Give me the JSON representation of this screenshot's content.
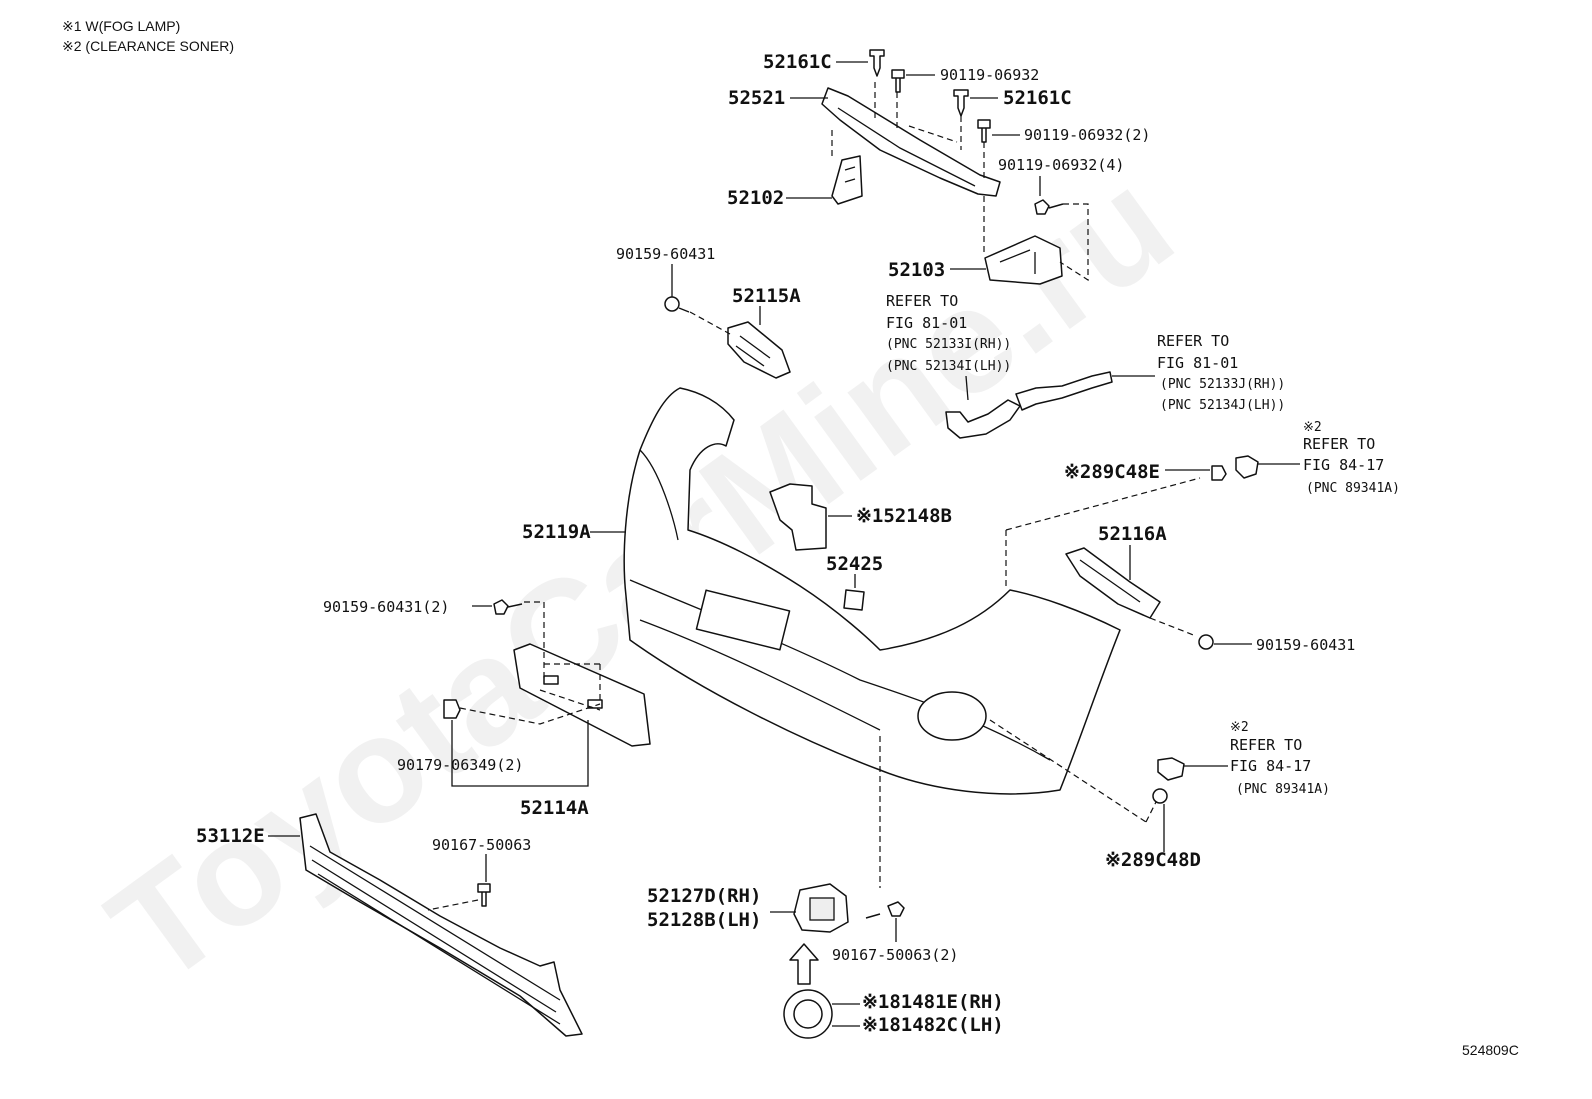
{
  "notes": [
    "※1 W(FOG LAMP)",
    "※2 (CLEARANCE SONER)"
  ],
  "watermark": "ToyotaCarMine.ru",
  "diagram_id": "524809C",
  "labels": {
    "l52161c_a": "52161C",
    "l90119_a": "90119-06932",
    "l52521": "52521",
    "l52161c_b": "52161C",
    "l90119_b": "90119-06932(2)",
    "l90119_c": "90119-06932(4)",
    "l52102": "52102",
    "l52103": "52103",
    "l90159_a": "90159-60431",
    "l52115a": "52115A",
    "ref1_a": "REFER TO",
    "ref1_b": "FIG 81-01",
    "ref1_c": "(PNC 52133I(RH))",
    "ref1_d": "(PNC 52134I(LH))",
    "ref2_a": "REFER TO",
    "ref2_b": "FIG 81-01",
    "ref2_c": "(PNC 52133J(RH))",
    "ref2_d": "(PNC 52134J(LH))",
    "ref3_mark": "※2",
    "ref3_a": "REFER TO",
    "ref3_b": "FIG 84-17",
    "ref3_c": "(PNC 89341A)",
    "l89c48e": "※289C48E",
    "l52148b": "※152148B",
    "l52119a": "52119A",
    "l52116a": "52116A",
    "l52425": "52425",
    "l90159_b": "90159-60431(2)",
    "l90159_c": "90159-60431",
    "l90179": "90179-06349(2)",
    "l52114a": "52114A",
    "ref4_mark": "※2",
    "ref4_a": "REFER TO",
    "ref4_b": "FIG 84-17",
    "ref4_c": "(PNC 89341A)",
    "l53112e": "53112E",
    "l90167_a": "90167-50063",
    "l89c48d": "※289C48D",
    "l52127d": "52127D(RH)",
    "l52128b": "52128B(LH)",
    "l90167_b": "90167-50063(2)",
    "l81481e": "※181481E(RH)",
    "l81482c": "※181482C(LH)"
  }
}
